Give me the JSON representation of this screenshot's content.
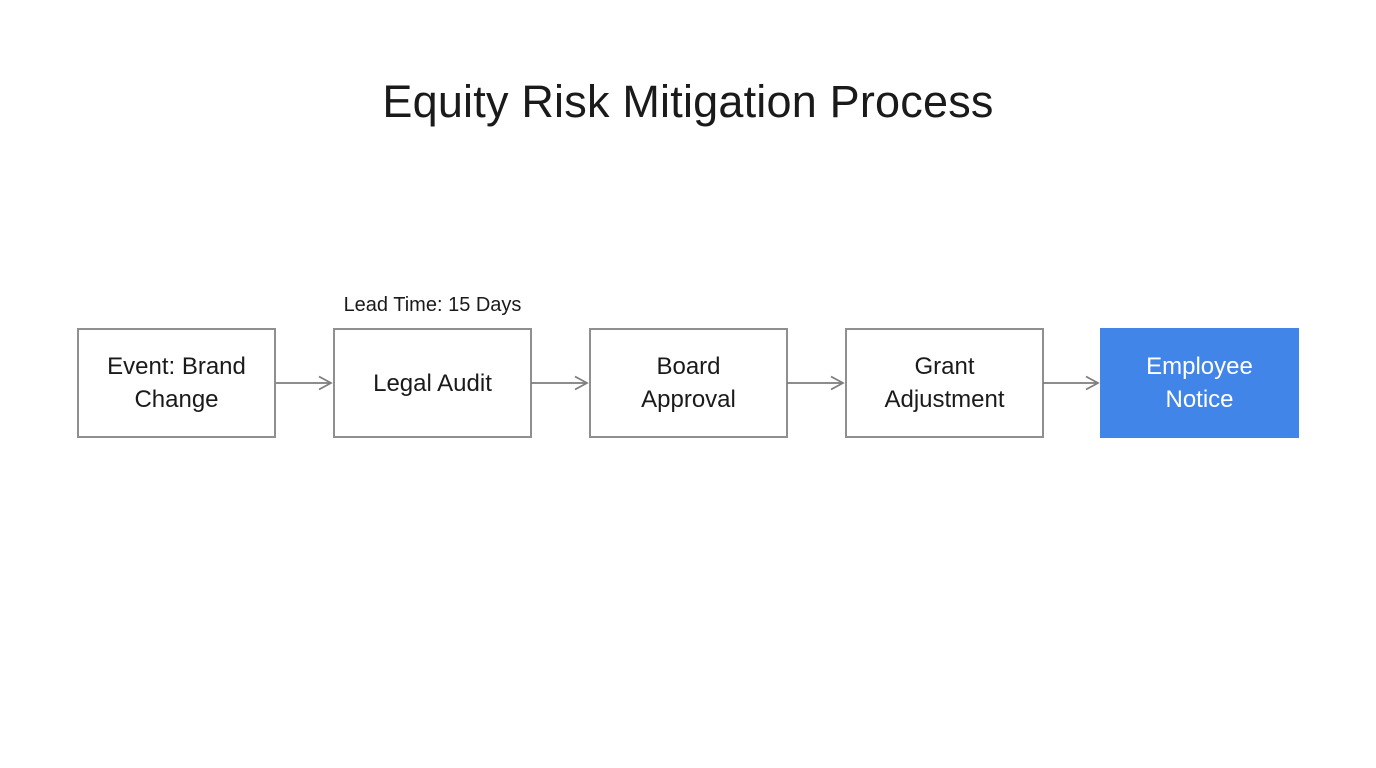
{
  "title": "Equity Risk Mitigation Process",
  "diagram": {
    "type": "flowchart-horizontal",
    "annotation": "Lead Time: 15 Days",
    "nodes": [
      {
        "label": "Event: Brand Change",
        "style": "default"
      },
      {
        "label": "Legal Audit",
        "style": "default"
      },
      {
        "label": "Board Approval",
        "style": "default"
      },
      {
        "label": "Grant Adjustment",
        "style": "default"
      },
      {
        "label": "Employee Notice",
        "style": "highlighted"
      }
    ],
    "connections": [
      {
        "from": "Event: Brand Change",
        "to": "Legal Audit",
        "label": "Lead Time: 15 Days"
      },
      {
        "from": "Legal Audit",
        "to": "Board Approval",
        "label": ""
      },
      {
        "from": "Board Approval",
        "to": "Grant Adjustment",
        "label": ""
      },
      {
        "from": "Grant Adjustment",
        "to": "Employee Notice",
        "label": ""
      }
    ]
  },
  "colors": {
    "background": "#ffffff",
    "node_fill": "#ffffff",
    "node_border": "#8f8f8f",
    "node_text": "#1a1a1a",
    "highlight_fill": "#4285e8",
    "highlight_text": "#ffffff",
    "arrow": "#7d7d7d",
    "title_text": "#1a1a1a"
  }
}
